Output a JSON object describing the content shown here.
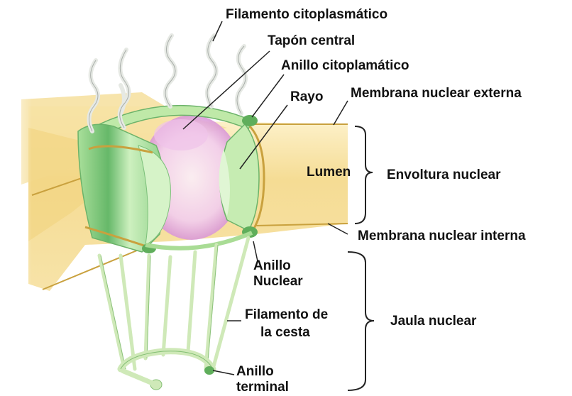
{
  "labels": {
    "cytoplasmic_filament": "Filamento citoplasmático",
    "central_plug": "Tapón central",
    "cytoplasmic_ring": "Anillo citoplamático",
    "spoke": "Rayo",
    "outer_membrane": "Membrana nuclear externa",
    "lumen": "Lumen",
    "nuclear_envelope": "Envoltura nuclear",
    "inner_membrane": "Membrana nuclear interna",
    "nuclear_ring_line1": "Anillo",
    "nuclear_ring_line2": "Nuclear",
    "basket_filament_line1": "Filamento de",
    "basket_filament_line2": "la cesta",
    "nuclear_basket": "Jaula nuclear",
    "terminal_ring_line1": "Anillo",
    "terminal_ring_line2": "terminal"
  },
  "colors": {
    "membrane_fill": "#f3d892",
    "membrane_edge": "#c99a3a",
    "pore_green": "#c9eeb4",
    "pore_green_dark": "#7fc47a",
    "plug_pink": "#e9b2e0",
    "filament_gray": "#e8ebe6",
    "line_black": "#222222"
  }
}
